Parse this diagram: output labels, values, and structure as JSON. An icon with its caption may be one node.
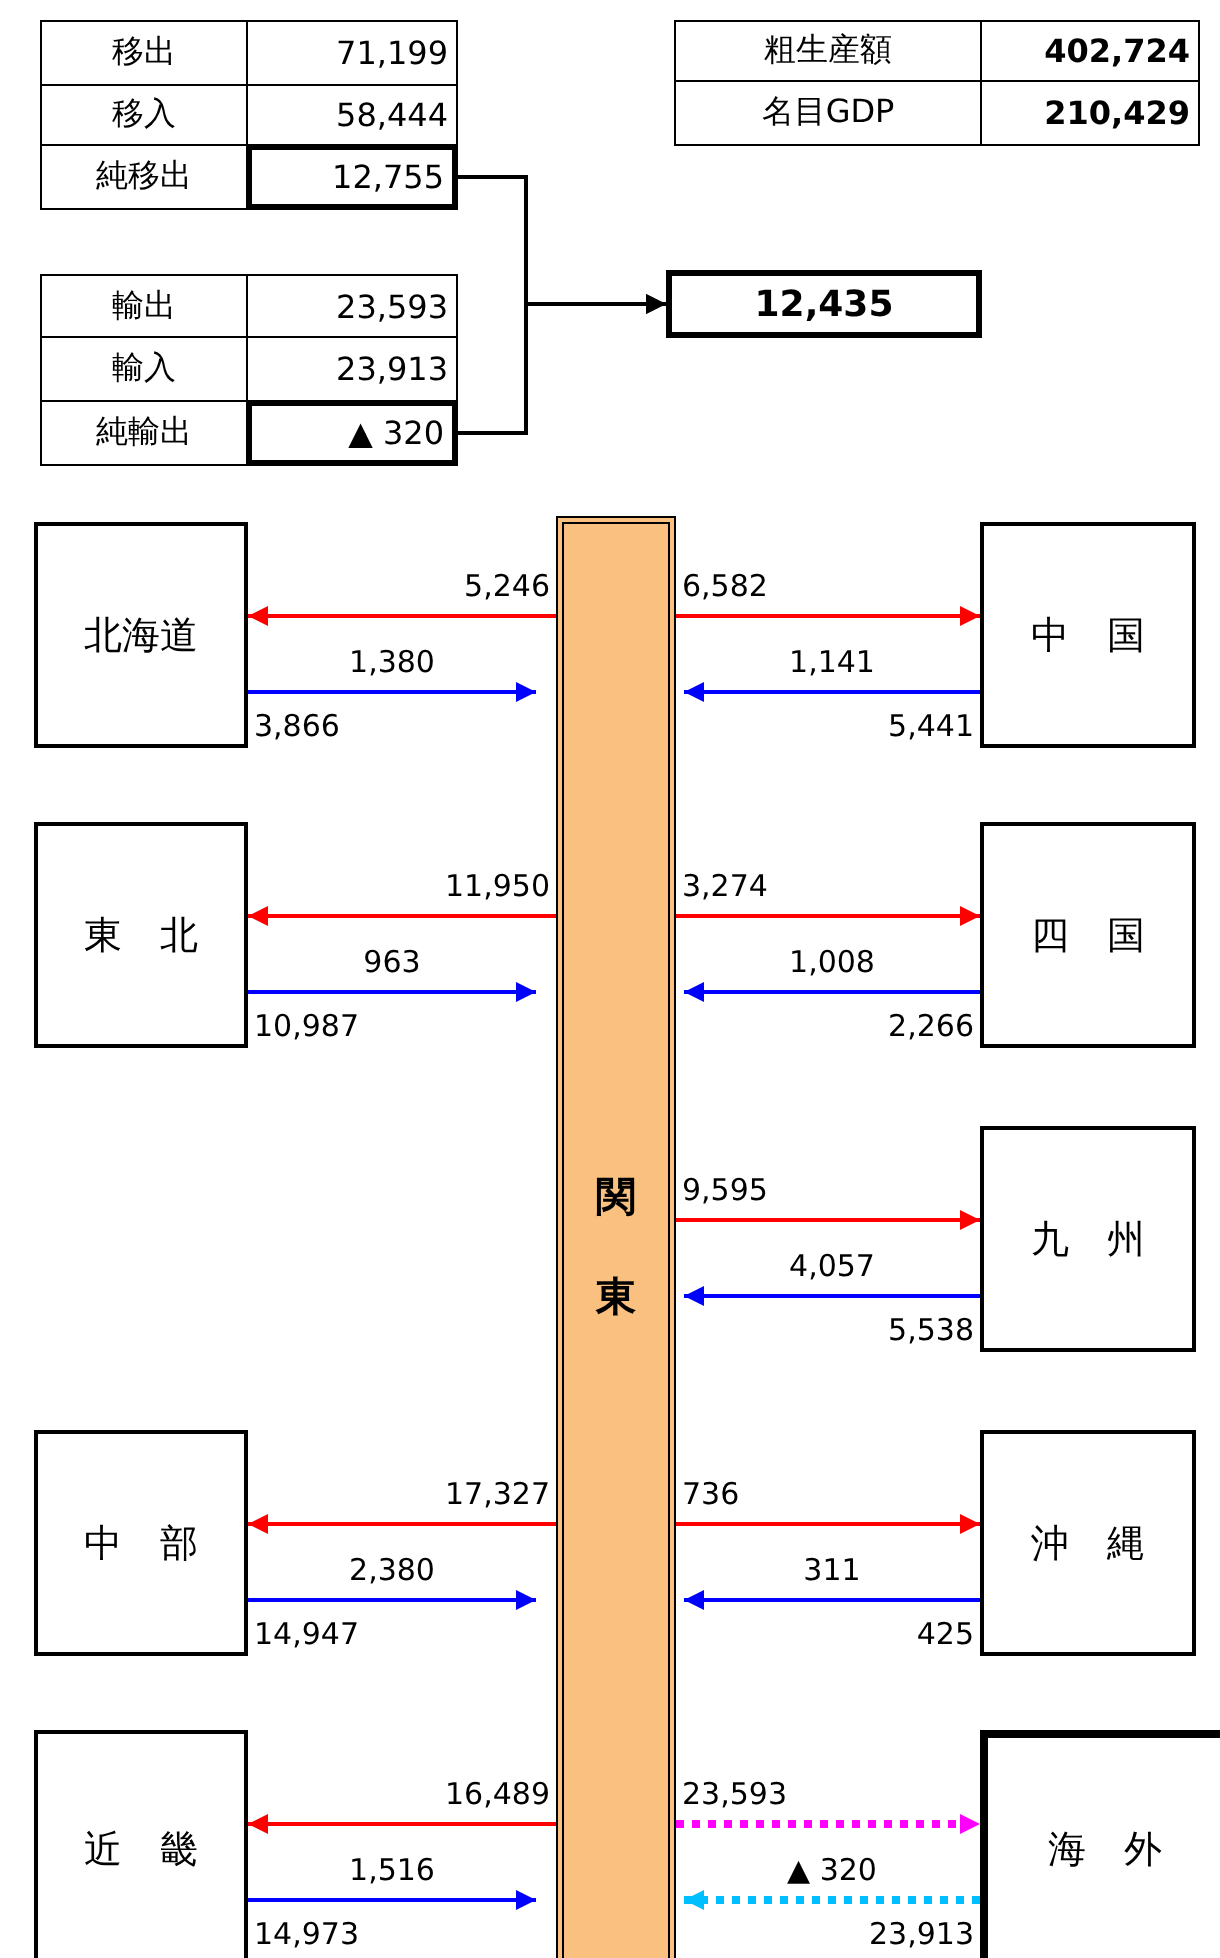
{
  "diagram": {
    "nodes": [
      {
        "text": [
          "12,755"
        ]
      },
      {
        "text": [
          "▲ 320"
        ]
      },
      {
        "text": [
          "12,435"
        ]
      },
      {
        "text": [
          "関東"
        ]
      },
      {
        "text": [
          "北海道"
        ],
        "beside": [
          "3,866"
        ]
      },
      {
        "text": [
          "中　国"
        ],
        "beside": [
          "5,441"
        ]
      },
      {
        "text": [
          "東　北"
        ],
        "beside": [
          "10,987"
        ]
      },
      {
        "text": [
          "四　国"
        ],
        "beside": [
          "2,266"
        ]
      },
      {
        "text": [
          "九　州"
        ],
        "beside": [
          "5,538"
        ]
      },
      {
        "text": [
          "中　部"
        ],
        "beside": [
          "14,947"
        ]
      },
      {
        "text": [
          "沖　縄"
        ],
        "beside": [
          "425"
        ]
      },
      {
        "text": [
          "近　畿"
        ],
        "beside": [
          "14,973"
        ]
      },
      {
        "text": [
          "海　外"
        ],
        "beside": [
          "23,913"
        ]
      }
    ],
    "edges": [
      {
        "from": 0,
        "to": 2,
        "arrow": "to",
        "color": "#000000"
      },
      {
        "from": 1,
        "to": 2,
        "arrow": "to",
        "color": "#000000"
      },
      {
        "from": 3,
        "to": 4,
        "arrow": "to",
        "label": "5,246",
        "color": "#ff0000"
      },
      {
        "from": 4,
        "to": 3,
        "arrow": "to",
        "label": "1,380",
        "color": "#0000ff"
      },
      {
        "from": 3,
        "to": 5,
        "arrow": "to",
        "label": "6,582",
        "color": "#ff0000"
      },
      {
        "from": 5,
        "to": 3,
        "arrow": "to",
        "label": "1,141",
        "color": "#0000ff"
      },
      {
        "from": 3,
        "to": 6,
        "arrow": "to",
        "label": "11,950",
        "color": "#ff0000"
      },
      {
        "from": 6,
        "to": 3,
        "arrow": "to",
        "label": "963",
        "color": "#0000ff"
      },
      {
        "from": 3,
        "to": 7,
        "arrow": "to",
        "label": "3,274",
        "color": "#ff0000"
      },
      {
        "from": 7,
        "to": 3,
        "arrow": "to",
        "label": "1,008",
        "color": "#0000ff"
      },
      {
        "from": 3,
        "to": 8,
        "arrow": "to",
        "label": "9,595",
        "color": "#ff0000"
      },
      {
        "from": 8,
        "to": 3,
        "arrow": "to",
        "label": "4,057",
        "color": "#0000ff"
      },
      {
        "from": 3,
        "to": 9,
        "arrow": "to",
        "label": "17,327",
        "color": "#ff0000"
      },
      {
        "from": 9,
        "to": 3,
        "arrow": "to",
        "label": "2,380",
        "color": "#0000ff"
      },
      {
        "from": 3,
        "to": 10,
        "arrow": "to",
        "label": "736",
        "color": "#ff0000"
      },
      {
        "from": 10,
        "to": 3,
        "arrow": "to",
        "label": "311",
        "color": "#0000ff"
      },
      {
        "from": 3,
        "to": 11,
        "arrow": "to",
        "label": "16,489",
        "color": "#ff0000"
      },
      {
        "from": 11,
        "to": 3,
        "arrow": "to",
        "label": "1,516",
        "color": "#0000ff"
      },
      {
        "from": 3,
        "to": 12,
        "arrow": "to",
        "label": "23,593",
        "style": "dashed",
        "color": "#ff00ff"
      },
      {
        "from": 12,
        "to": 3,
        "arrow": "to",
        "label": "▲ 320",
        "style": "dashed",
        "color": "#00bfff"
      }
    ],
    "labels": [
      "移出",
      "71,199",
      "移入",
      "58,444",
      "純移出",
      "粗生産額",
      "402,724",
      "名目GDP",
      "210,429",
      "輸出",
      "23,593",
      "輸入",
      "23,913",
      "純輸出"
    ]
  }
}
